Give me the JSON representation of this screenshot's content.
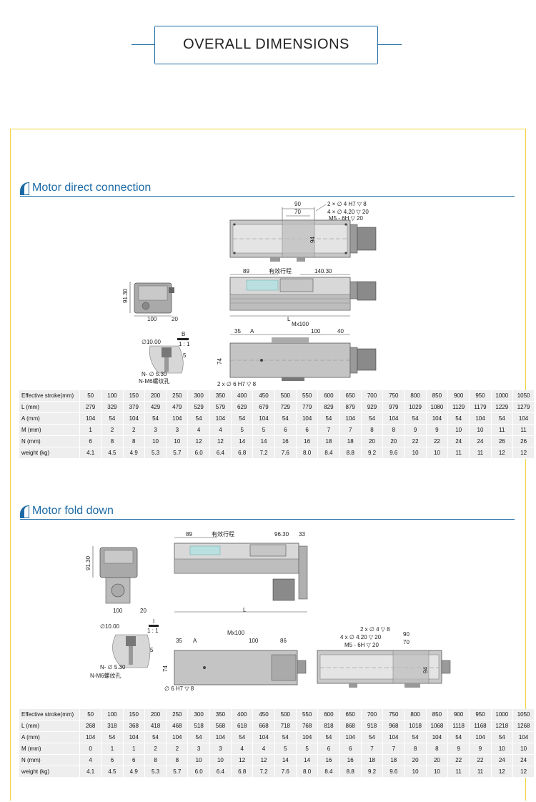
{
  "header": {
    "title": "OVERALL DIMENSIONS"
  },
  "section1": {
    "title": "Motor direct connection",
    "drawing_labels": {
      "top_90": "90",
      "top_70": "70",
      "top_h7": "2 × ∅ 4 H7 ▽ 8",
      "top_420": "4 × ∅ 4.20 ▽ 20",
      "top_m5": "M5 - 6H ▽ 20",
      "top_94": "94",
      "side_89": "89",
      "side_stroke": "有效行程",
      "side_140": "140.30",
      "side_L": "L",
      "end_9130": "91.30",
      "end_100": "100",
      "end_20": "20",
      "b_label": "B",
      "b_scale": "1 : 1",
      "det_1000": "∅10.00",
      "det_5": "5",
      "det_530": "N- ∅ 5.30",
      "det_m6": "N-M6螺纹孔",
      "bot_35": "35",
      "bot_A": "A",
      "bot_mx": "Mx100",
      "bot_100": "100",
      "bot_40": "40",
      "bot_74": "74",
      "bot_h7": "2 x ∅ 6 H7 ▽ 8"
    },
    "table": {
      "rows": [
        {
          "label": "Effective stroke(mm)",
          "values": [
            "50",
            "100",
            "150",
            "200",
            "250",
            "300",
            "350",
            "400",
            "450",
            "500",
            "550",
            "600",
            "650",
            "700",
            "750",
            "800",
            "850",
            "900",
            "950",
            "1000",
            "1050"
          ]
        },
        {
          "label": "L (mm)",
          "values": [
            "279",
            "329",
            "379",
            "429",
            "479",
            "529",
            "579",
            "629",
            "679",
            "729",
            "779",
            "829",
            "879",
            "929",
            "979",
            "1029",
            "1080",
            "1129",
            "1179",
            "1229",
            "1279"
          ]
        },
        {
          "label": "A (mm)",
          "values": [
            "104",
            "54",
            "104",
            "54",
            "104",
            "54",
            "104",
            "54",
            "104",
            "54",
            "104",
            "54",
            "104",
            "54",
            "104",
            "54",
            "104",
            "54",
            "104",
            "54",
            "104"
          ]
        },
        {
          "label": "M (mm)",
          "values": [
            "1",
            "2",
            "2",
            "3",
            "3",
            "4",
            "4",
            "5",
            "5",
            "6",
            "6",
            "7",
            "7",
            "8",
            "8",
            "9",
            "9",
            "10",
            "10",
            "11",
            "11"
          ]
        },
        {
          "label": "N (mm)",
          "values": [
            "6",
            "8",
            "8",
            "10",
            "10",
            "12",
            "12",
            "14",
            "14",
            "16",
            "16",
            "18",
            "18",
            "20",
            "20",
            "22",
            "22",
            "24",
            "24",
            "26",
            "26"
          ]
        },
        {
          "label": "weight (kg)",
          "values": [
            "4.1",
            "4.5",
            "4.9",
            "5.3",
            "5.7",
            "6.0",
            "6.4",
            "6.8",
            "7.2",
            "7.6",
            "8.0",
            "8.4",
            "8.8",
            "9.2",
            "9.6",
            "10",
            "10",
            "11",
            "11",
            "12",
            "12"
          ]
        }
      ]
    }
  },
  "section2": {
    "title": "Motor fold down",
    "drawing_labels": {
      "side_89": "89",
      "side_stroke": "有效行程",
      "side_9630": "96.30",
      "side_33": "33",
      "side_L": "L",
      "end_9130": "91.30",
      "end_100": "100",
      "end_20": "20",
      "i_label": "I",
      "i_scale": "1 : 1",
      "det_1000": "∅10.00",
      "det_5": "5",
      "det_530": "N- ∅ 5.30",
      "det_m6": "N-M6螺纹孔",
      "bot_35": "35",
      "bot_A": "A",
      "bot_mx": "Mx100",
      "bot_100": "100",
      "bot_86": "86",
      "bot_74": "74",
      "bot_h7": "∅ 6 H7 ▽ 8",
      "top_h7": "2 x ∅ 4 ▽ 8",
      "top_420": "4 x ∅ 4.20 ▽ 20",
      "top_90": "90",
      "top_70": "70",
      "top_m5": "M5 - 6H ▽ 20",
      "top_94": "94"
    },
    "table": {
      "rows": [
        {
          "label": "Effective stroke(mm)",
          "values": [
            "50",
            "100",
            "150",
            "200",
            "250",
            "300",
            "350",
            "400",
            "450",
            "500",
            "550",
            "600",
            "650",
            "700",
            "750",
            "800",
            "850",
            "900",
            "950",
            "1000",
            "1050"
          ]
        },
        {
          "label": "L (mm)",
          "values": [
            "268",
            "318",
            "368",
            "418",
            "468",
            "518",
            "568",
            "618",
            "668",
            "718",
            "768",
            "818",
            "868",
            "918",
            "968",
            "1018",
            "1068",
            "1118",
            "1168",
            "1218",
            "1268"
          ]
        },
        {
          "label": "A (mm)",
          "values": [
            "104",
            "54",
            "104",
            "54",
            "104",
            "54",
            "104",
            "54",
            "104",
            "54",
            "104",
            "54",
            "104",
            "54",
            "104",
            "54",
            "104",
            "54",
            "104",
            "54",
            "104"
          ]
        },
        {
          "label": "M (mm)",
          "values": [
            "0",
            "1",
            "1",
            "2",
            "2",
            "3",
            "3",
            "4",
            "4",
            "5",
            "5",
            "6",
            "6",
            "7",
            "7",
            "8",
            "8",
            "9",
            "9",
            "10",
            "10"
          ]
        },
        {
          "label": "N (mm)",
          "values": [
            "4",
            "6",
            "6",
            "8",
            "8",
            "10",
            "10",
            "12",
            "12",
            "14",
            "14",
            "16",
            "16",
            "18",
            "18",
            "20",
            "20",
            "22",
            "22",
            "24",
            "24"
          ]
        },
        {
          "label": "weight (kg)",
          "values": [
            "4.1",
            "4.5",
            "4.9",
            "5.3",
            "5.7",
            "6.0",
            "6.4",
            "6.8",
            "7.2",
            "7.6",
            "8.0",
            "8.4",
            "8.8",
            "9.2",
            "9.6",
            "10",
            "10",
            "11",
            "11",
            "12",
            "12"
          ]
        }
      ]
    }
  }
}
